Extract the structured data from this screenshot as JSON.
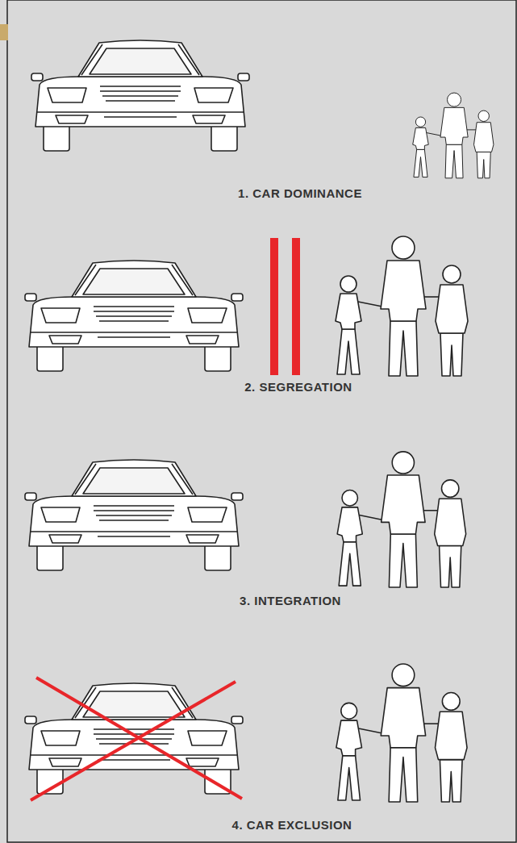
{
  "diagram": {
    "labels": [
      "1. CAR DOMINANCE",
      "2. SEGREGATION",
      "3. INTEGRATION",
      "4. CAR EXCLUSION"
    ]
  }
}
